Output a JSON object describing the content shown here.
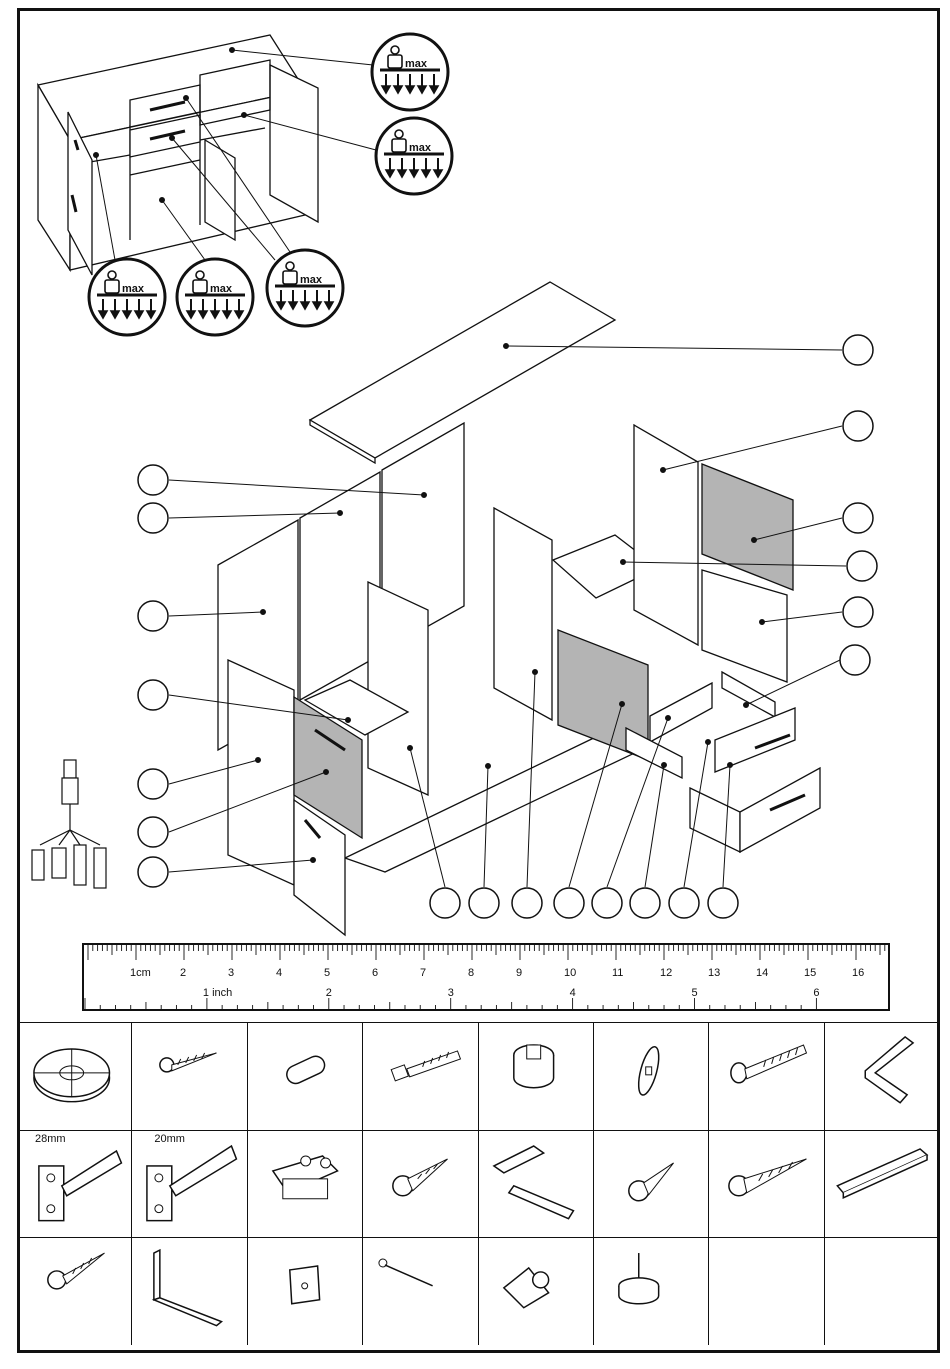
{
  "load_badge": {
    "label": "max"
  },
  "ruler": {
    "cm_unit": "1cm",
    "cm_numbers": [
      "2",
      "3",
      "4",
      "5",
      "6",
      "7",
      "8",
      "9",
      "10",
      "11",
      "12",
      "13",
      "14",
      "15",
      "16"
    ],
    "inch_unit": "1 inch",
    "inch_numbers": [
      "2",
      "3",
      "4",
      "5",
      "6"
    ]
  },
  "hardware": {
    "hinge_28_label": "28mm",
    "hinge_20_label": "20mm",
    "items": [
      "wheel-icon",
      "screw-long-icon",
      "dowel-icon",
      "connector-bolt-icon",
      "cam-lock-icon",
      "cam-disc-icon",
      "wall-plug-screw-icon",
      "hex-key-icon",
      "hinge-28mm-icon",
      "hinge-20mm-icon",
      "hinge-plate-icon",
      "short-screw-icon",
      "drawer-runner-icon",
      "small-screw-icon",
      "wood-screw-icon",
      "handle-icon",
      "flange-screw-icon",
      "angle-bracket-icon",
      "back-panel-clip-icon",
      "nail-icon",
      "corner-block-icon",
      "furniture-glide-icon",
      "empty-cell",
      "empty-cell"
    ]
  }
}
